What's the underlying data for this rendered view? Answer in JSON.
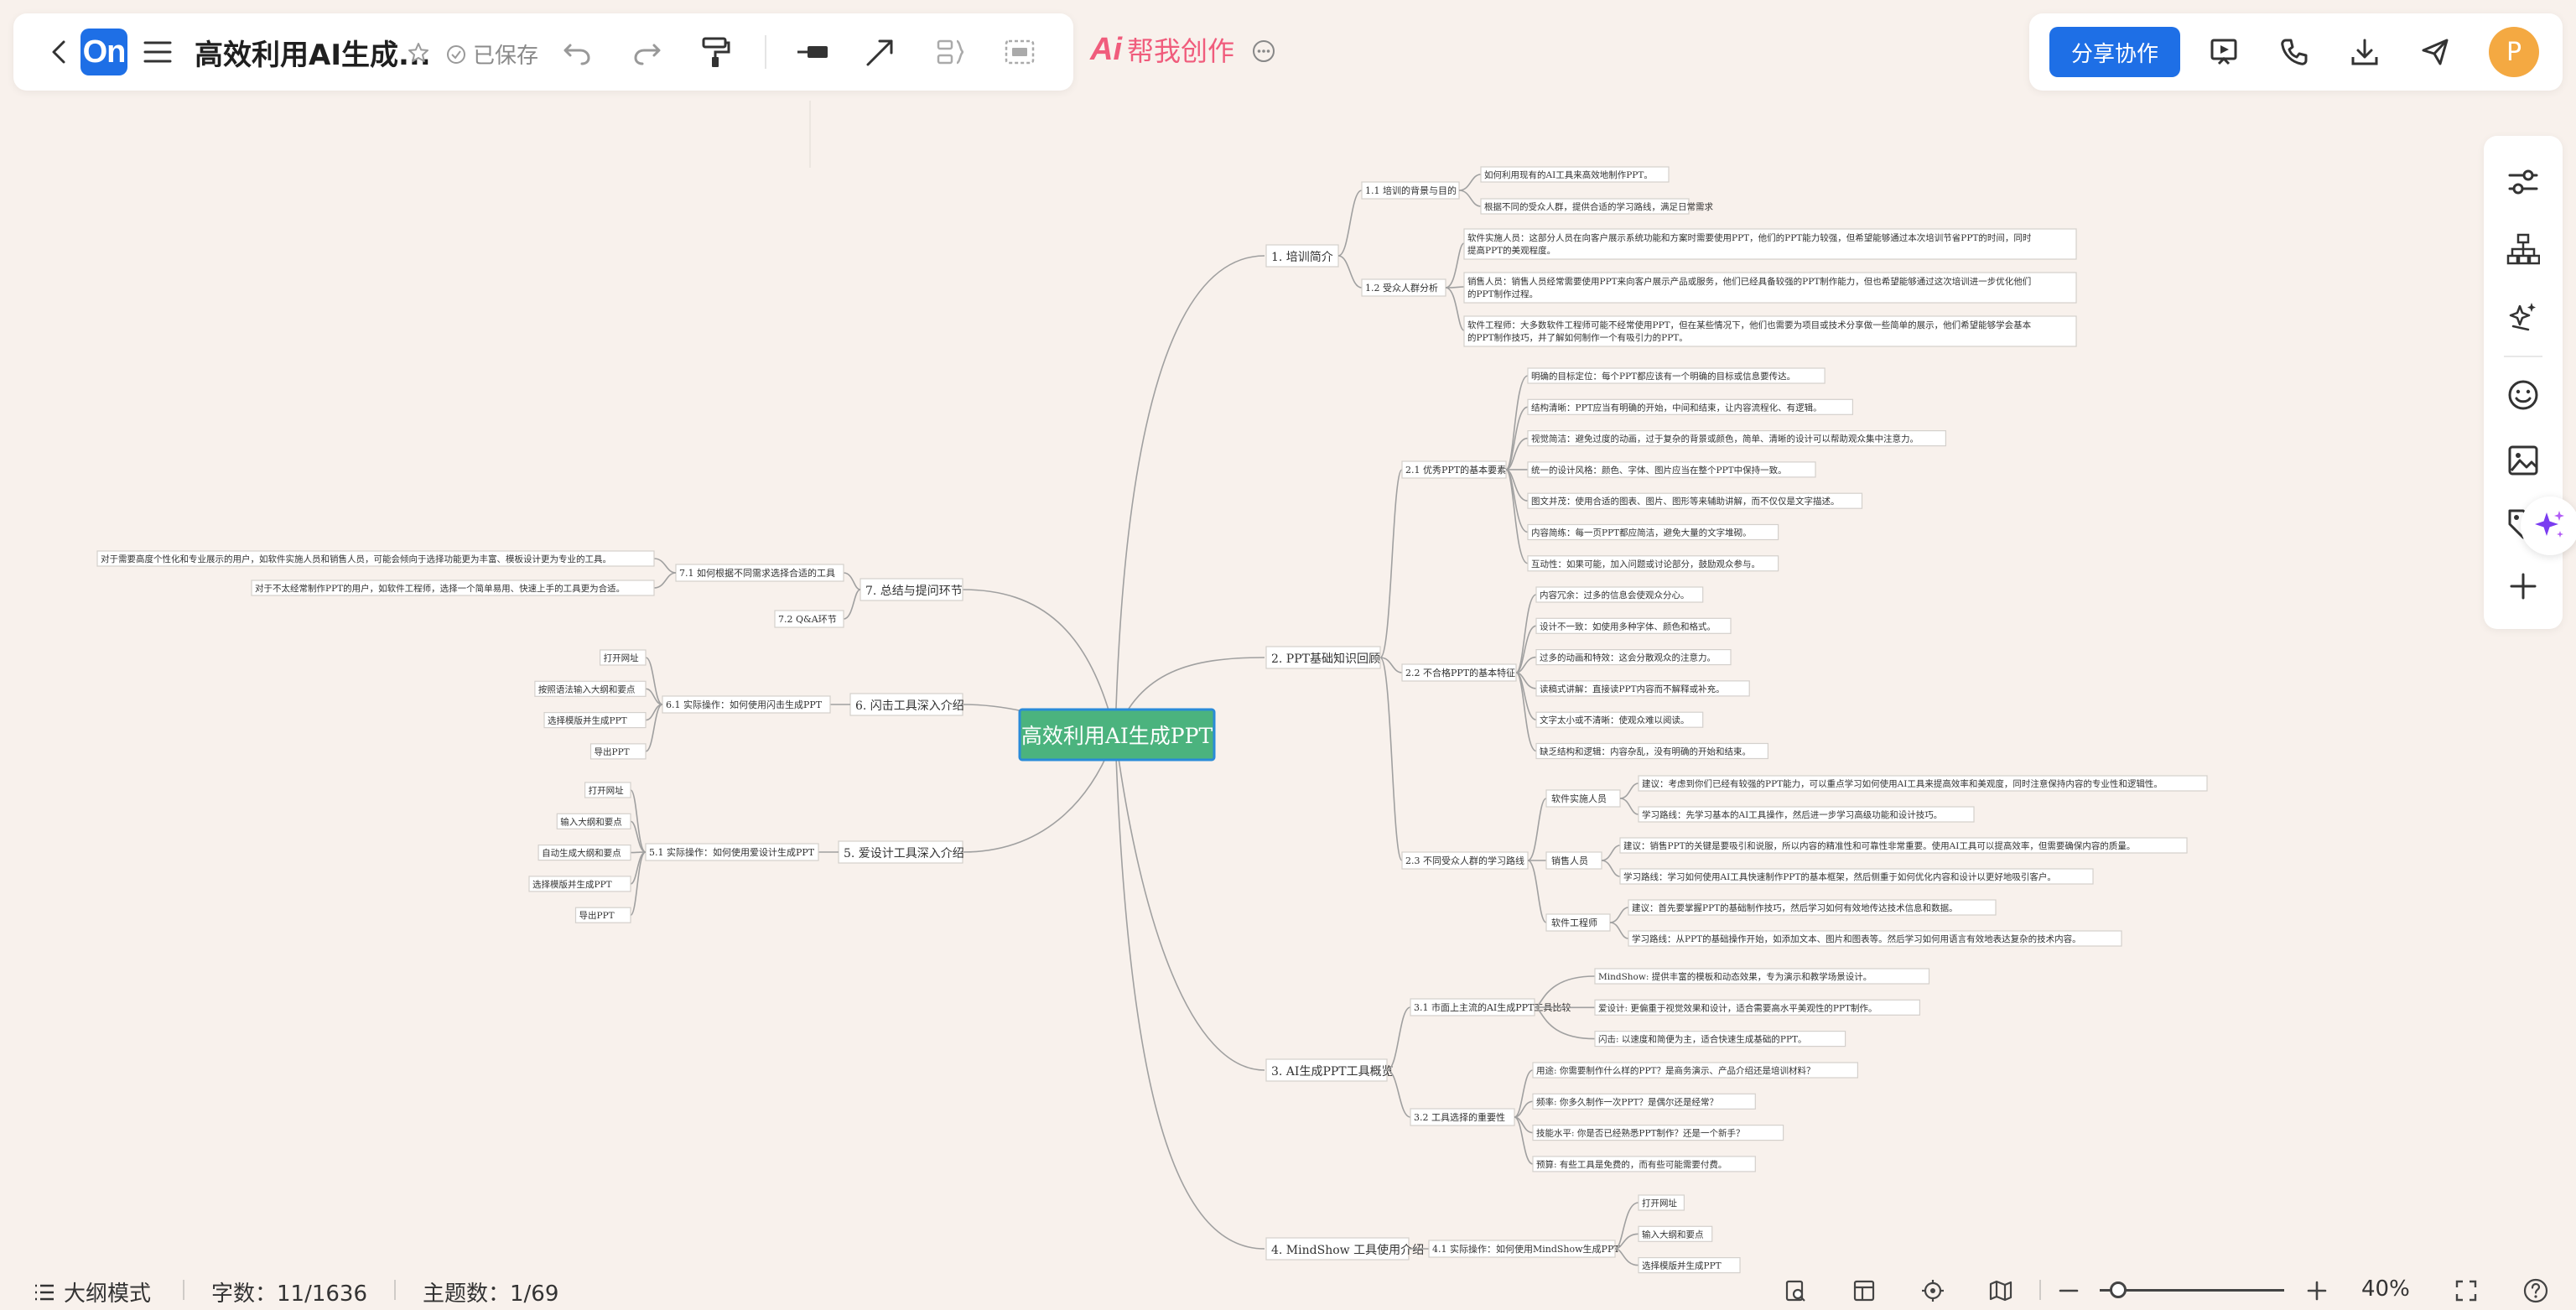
{
  "toolbar": {
    "logo_text": "On",
    "title": "高效利用AI生成...",
    "saved_label": "已保存",
    "ai_logo": "Ai",
    "ai_label": "帮我创作"
  },
  "share": {
    "label": "分享协作"
  },
  "user": {
    "avatar_letter": "P"
  },
  "status": {
    "outline_label": "大纲模式",
    "word_count": "字数：11/1636",
    "topic_count": "主题数：1/69",
    "zoom": "40%",
    "zoom_level": 0.4
  },
  "mindmap": {
    "root": "高效利用AI生成PPT",
    "t1": "1. 培训简介",
    "t1_1": "1.1 培训的背景与目的",
    "t1_1_a": "如何利用现有的AI工具来高效地制作PPT。",
    "t1_1_b": "根据不同的受众人群，提供合适的学习路线，满足日常需求",
    "t1_2": "1.2 受众人群分析",
    "t1_2_a1": "软件实施人员：这部分人员在向客户展示系统功能和方案时需要使用PPT，他们的PPT能力较强，但希望能够通过本次培训节省PPT的时间，同时",
    "t1_2_a2": "提高PPT的美观程度。",
    "t1_2_b1": "销售人员：销售人员经常需要使用PPT来向客户展示产品或服务，他们已经具备较强的PPT制作能力，但也希望能够通过这次培训进一步优化他们",
    "t1_2_b2": "的PPT制作过程。",
    "t1_2_c1": "软件工程师：大多数软件工程师可能不经常使用PPT，但在某些情况下，他们也需要为项目或技术分享做一些简单的展示，他们希望能够学会基本",
    "t1_2_c2": "的PPT制作技巧，并了解如何制作一个有吸引力的PPT。",
    "t2": "2. PPT基础知识回顾",
    "t2_1": "2.1 优秀PPT的基本要素",
    "t2_1_items": [
      "明确的目标定位：每个PPT都应该有一个明确的目标或信息要传达。",
      "结构清晰：PPT应当有明确的开始，中间和结束，让内容流程化、有逻辑。",
      "视觉简洁：避免过度的动画，过于复杂的背景或颜色，简单、清晰的设计可以帮助观众集中注意力。",
      "统一的设计风格：颜色、字体、图片应当在整个PPT中保持一致。",
      "图文并茂：使用合适的图表、图片、图形等来辅助讲解，而不仅仅是文字描述。",
      "内容简练：每一页PPT都应简洁，避免大量的文字堆砌。",
      "互动性：如果可能，加入问题或讨论部分，鼓励观众参与。"
    ],
    "t2_2": "2.2 不合格PPT的基本特征",
    "t2_2_items": [
      "内容冗余：过多的信息会使观众分心。",
      "设计不一致：如使用多种字体、颜色和格式。",
      "过多的动画和特效：这会分散观众的注意力。",
      "读稿式讲解：直接读PPT内容而不解释或补充。",
      "文字太小或不清晰：使观众难以阅读。",
      "缺乏结构和逻辑：内容杂乱，没有明确的开始和结束。"
    ],
    "t2_3": "2.3 不同受众人群的学习路线",
    "t2_3_r1": "软件实施人员",
    "t2_3_r1_a": "建议：考虑到你们已经有较强的PPT能力，可以重点学习如何使用AI工具来提高效率和美观度，同时注意保持内容的专业性和逻辑性。",
    "t2_3_r1_b": "学习路线：先学习基本的AI工具操作，然后进一步学习高级功能和设计技巧。",
    "t2_3_r2": "销售人员",
    "t2_3_r2_a": "建议：销售PPT的关键是要吸引和说服，所以内容的精准性和可靠性非常重要。使用AI工具可以提高效率，但需要确保内容的质量。",
    "t2_3_r2_b": "学习路线：学习如何使用AI工具快速制作PPT的基本框架，然后侧重于如何优化内容和设计以更好地吸引客户。",
    "t2_3_r3": "软件工程师",
    "t2_3_r3_a": "建议：首先要掌握PPT的基础制作技巧，然后学习如何有效地传达技术信息和数据。",
    "t2_3_r3_b": "学习路线：从PPT的基础操作开始，如添加文本、图片和图表等。然后学习如何用语言有效地表达复杂的技术内容。",
    "t3": "3. AI生成PPT工具概览",
    "t3_1": "3.1 市面上主流的AI生成PPT工具比较",
    "t3_1_items": [
      "MindShow: 提供丰富的模板和动态效果，专为演示和教学场景设计。",
      "爱设计: 更偏重于视觉效果和设计，适合需要高水平美观性的PPT制作。",
      "闪击: 以速度和简便为主，适合快速生成基础的PPT。"
    ],
    "t3_2": "3.2 工具选择的重要性",
    "t3_2_items": [
      "用途: 你需要制作什么样的PPT？是商务演示、产品介绍还是培训材料？",
      "频率: 你多久制作一次PPT？是偶尔还是经常？",
      "技能水平: 你是否已经熟悉PPT制作？还是一个新手？",
      "预算: 有些工具是免费的，而有些可能需要付费。"
    ],
    "t4": "4. MindShow 工具使用介绍",
    "t4_1": "4.1 实际操作：如何使用MindShow生成PPT",
    "t4_1_items": [
      "打开网址",
      "输入大纲和要点",
      "选择模版并生成PPT"
    ],
    "t5": "5. 爱设计工具深入介绍",
    "t5_1": "5.1 实际操作：如何使用爱设计生成PPT",
    "t5_1_items": [
      "打开网址",
      "输入大纲和要点",
      "自动生成大纲和要点",
      "选择模版并生成PPT",
      "导出PPT"
    ],
    "t6": "6. 闪击工具深入介绍",
    "t6_1": "6.1 实际操作：如何使用闪击生成PPT",
    "t6_1_items": [
      "打开网址",
      "按照语法输入大纲和要点",
      "选择模版并生成PPT",
      "导出PPT"
    ],
    "t7": "7. 总结与提问环节",
    "t7_1": "7.1 如何根据不同需求选择合适的工具",
    "t7_1_a": "对于需要高度个性化和专业展示的用户，如软件实施人员和销售人员，可能会倾向于选择功能更为丰富、模板设计更为专业的工具。",
    "t7_1_b": "对于不太经常制作PPT的用户，如软件工程师，选择一个简单易用、快速上手的工具更为合适。",
    "t7_2": "7.2 Q&A环节"
  }
}
